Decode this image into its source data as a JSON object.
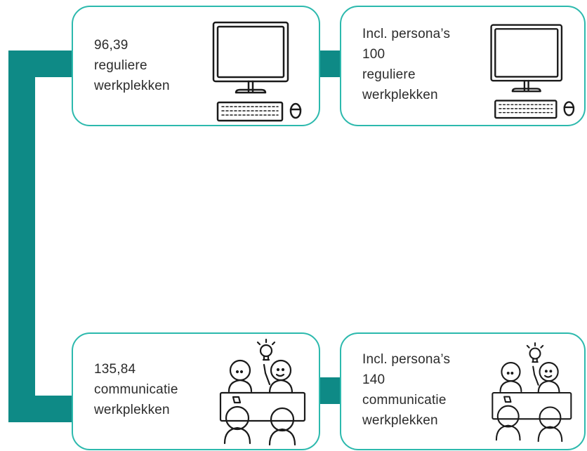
{
  "cards": {
    "top_left": {
      "lines": [
        "96,39",
        "reguliere",
        "werkplekken"
      ],
      "icon": "desktop-computer-icon"
    },
    "top_right": {
      "lines": [
        "Incl. persona’s",
        "100",
        "reguliere",
        "werkplekken"
      ],
      "icon": "desktop-computer-icon"
    },
    "bottom_left": {
      "lines": [
        "135,84",
        "communicatie",
        "werkplekken"
      ],
      "icon": "meeting-table-icon"
    },
    "bottom_right": {
      "lines": [
        "Incl. persona’s",
        "140",
        "communicatie",
        "werkplekken"
      ],
      "icon": "meeting-table-icon"
    }
  },
  "colors": {
    "connector": "#0e8a86",
    "card_border": "#2cb9ad",
    "text": "#2b2b2b",
    "drawing": "#1a1a1a"
  }
}
